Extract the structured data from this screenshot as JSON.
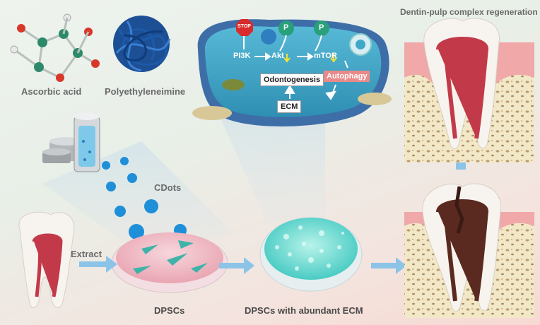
{
  "labels": {
    "ascorbic_acid": "Ascorbic acid",
    "polyethyleneimine": "Polyethyleneimine",
    "cdots": "CDots",
    "extract": "Extract",
    "dpscs": "DPSCs",
    "dpscs_ecm": "DPSCs with abundant ECM",
    "regeneration": "Dentin-pulp complex regeneration"
  },
  "pathway": {
    "stop": "STOP",
    "p1": "P",
    "p2": "P",
    "pi3k": "PI3K",
    "akt": "Akt",
    "mtor": "mTOR",
    "autophagy": "Autophagy",
    "odontogenesis": "Odontogenesis",
    "ecm": "ECM"
  },
  "colors": {
    "cell_body": "#3fa9c8",
    "cdot": "#1e8fd8",
    "arrow_blue": "#8cc4e8",
    "gum": "#f0a8a8",
    "bone": "#efe6c4",
    "pulp": "#c23a4a",
    "decay": "#3a1a14",
    "up_arrow": "#f2e23a",
    "down_arrow": "#f2e23a"
  }
}
